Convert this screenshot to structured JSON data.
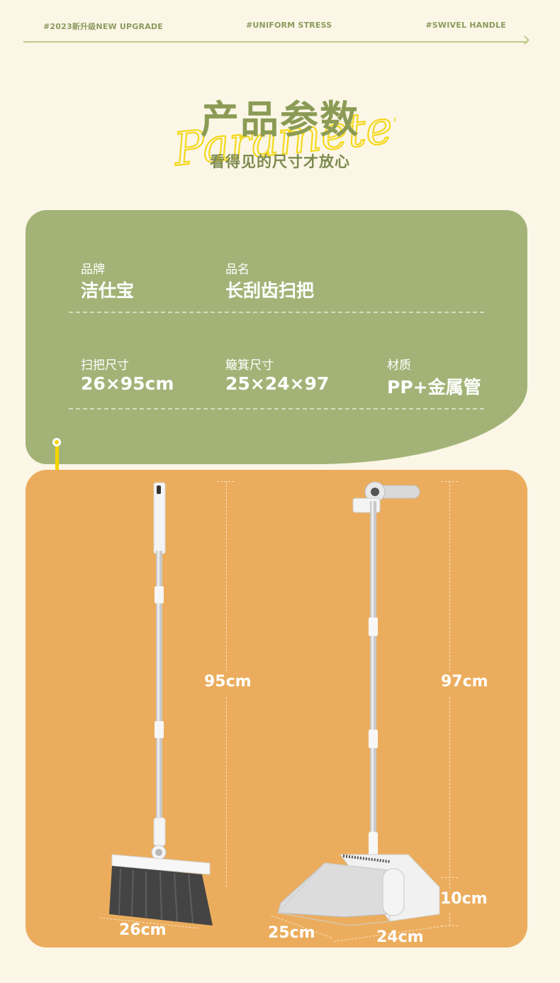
{
  "tags": [
    "#2023新升级NEW UPGRADE",
    "#UNIFORM STRESS",
    "#SWIVEL HANDLE"
  ],
  "title": {
    "cn": "产品参数",
    "script": "Parameter",
    "subtitle": "看得见的尺寸才放心"
  },
  "specs": [
    {
      "label": "品牌",
      "value": "洁仕宝"
    },
    {
      "label": "品名",
      "value": "长刮齿扫把"
    },
    {
      "label": "扫把尺寸",
      "value": "26×95cm"
    },
    {
      "label": "簸箕尺寸",
      "value": "25×24×97"
    },
    {
      "label": "材质",
      "value": "PP+金属管"
    }
  ],
  "dimensions": {
    "broom_height": "95cm",
    "broom_width": "26cm",
    "dustpan_height": "97cm",
    "dustpan_depth": "10cm",
    "dustpan_width_a": "25cm",
    "dustpan_width_b": "24cm"
  },
  "colors": {
    "background": "#fbf6e6",
    "green": "#a3b377",
    "orange": "#ebad5d",
    "yellow": "#f5d400"
  }
}
